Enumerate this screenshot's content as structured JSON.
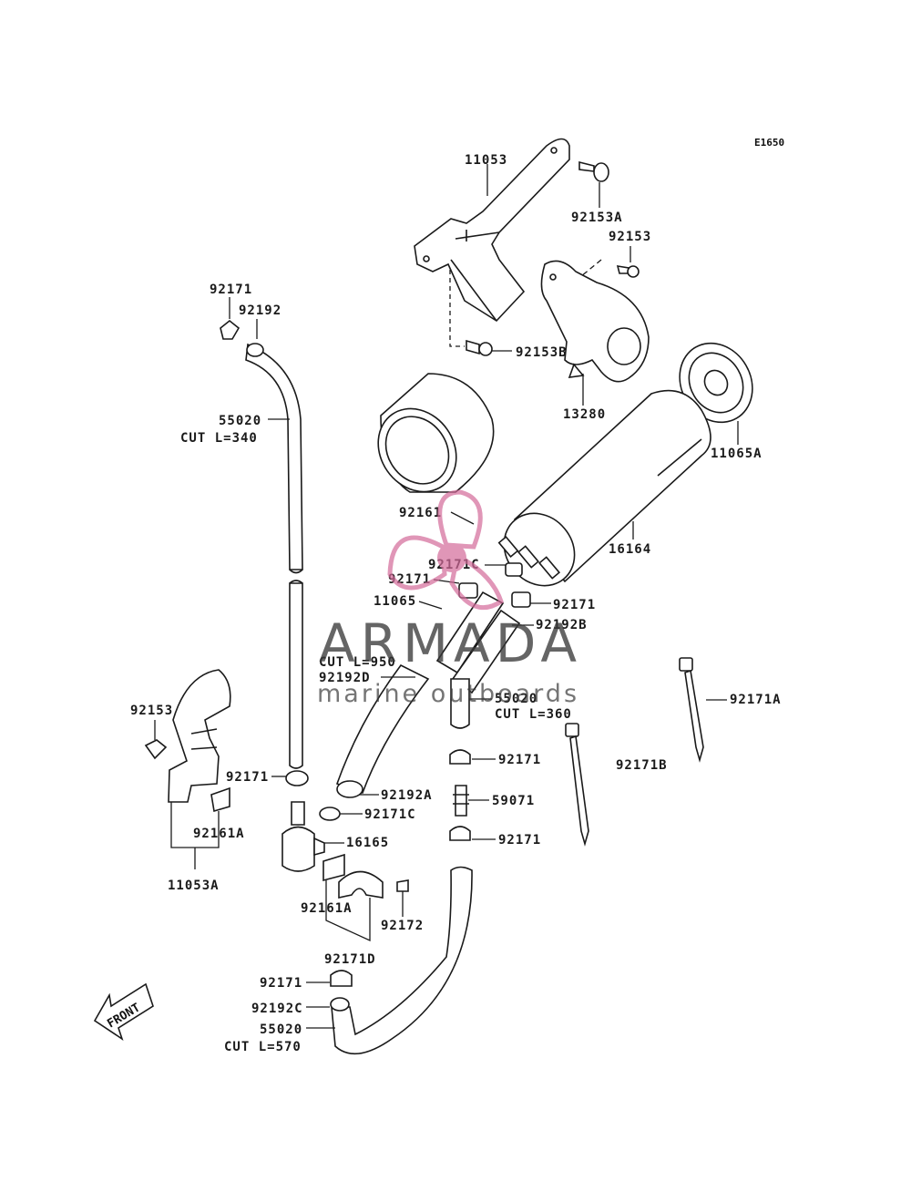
{
  "diagram_code": "E1650",
  "labels": {
    "l11053": "11053",
    "l92153A": "92153A",
    "l92153_top": "92153",
    "l92153B": "92153B",
    "l13280": "13280",
    "l11065A": "11065A",
    "l16164": "16164",
    "l92171_top": "92171",
    "l92192_top": "92192",
    "l55020_top": "55020",
    "l55020_top_cut": "CUT L=340",
    "l92161": "92161",
    "l92171C_top": "92171C",
    "l92171_mid": "92171",
    "l11065": "11065",
    "l92171_right": "92171",
    "l92192B": "92192B",
    "l_cut950": "CUT L=950",
    "l92192D": "92192D",
    "l55020_mid": "55020",
    "l55020_mid_cut": "CUT L=360",
    "l92171A": "92171A",
    "l92171B": "92171B",
    "l92153_left": "92153",
    "l92171_a": "92171",
    "l92171_b": "92171",
    "l92192A": "92192A",
    "l92171C_low": "92171C",
    "l59071": "59071",
    "l92171_c": "92171",
    "l16165": "16165",
    "l92161A_left": "92161A",
    "l11053A": "11053A",
    "l92161A_mid": "92161A",
    "l92172": "92172",
    "l92171D": "92171D",
    "l92171_low": "92171",
    "l92192C": "92192C",
    "l55020_low": "55020",
    "l55020_low_cut": "CUT L=570",
    "front": "FRONT"
  },
  "watermark": {
    "brand": "ARMADA",
    "tagline": "marine outboards",
    "accent_color": "#d46a9a"
  }
}
